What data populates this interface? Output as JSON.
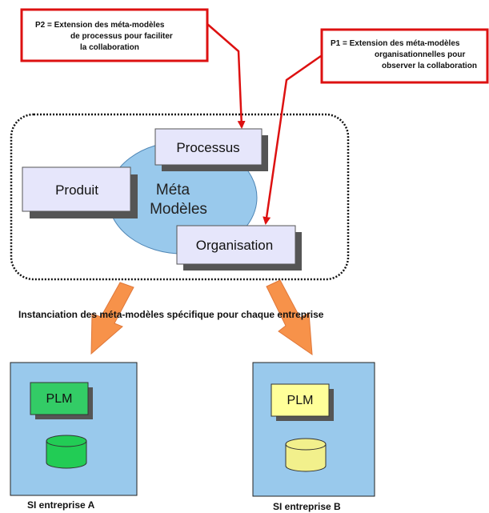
{
  "callouts": {
    "p2": [
      "P2 = Extension des méta-modèles",
      "de processus pour faciliter",
      "la collaboration"
    ],
    "p1": [
      "P1 = Extension des méta-modèles",
      "organisationnelles pour",
      "observer la collaboration"
    ]
  },
  "boxes": {
    "processus": "Processus",
    "produit": "Produit",
    "organisation": "Organisation"
  },
  "meta": {
    "line1": "Méta",
    "line2": "Modèles"
  },
  "instanciation": "Instanciation des méta-modèles spécifique pour chaque entreprise",
  "entreprises": {
    "a": {
      "plm": "PLM",
      "label": "SI entreprise A",
      "plm_color": "#33cc66",
      "db_color": "#22cc55"
    },
    "b": {
      "plm": "PLM",
      "label": "SI entreprise B",
      "plm_color": "#ffff99",
      "db_color": "#f2f08c"
    }
  },
  "colors": {
    "callout_border": "#dd1111",
    "arrow_red": "#dd1111",
    "arrow_orange": "#f7924a",
    "ellipse": "#99c9ec",
    "box_fill": "#e6e6fb",
    "si_fill": "#99c9ec"
  }
}
